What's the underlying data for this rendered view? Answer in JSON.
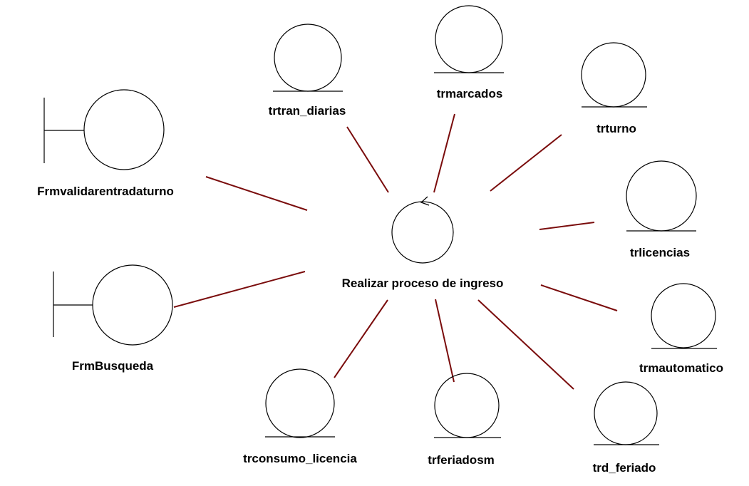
{
  "diagram": {
    "colors": {
      "link": "#7a0c0c",
      "shape": "#000000",
      "background": "#ffffff"
    },
    "control": {
      "label": "Realizar proceso de ingreso"
    },
    "boundaries": [
      {
        "id": "frmvalidarentradaturno",
        "label": "Frmvalidarentradaturno"
      },
      {
        "id": "frmbusqueda",
        "label": "FrmBusqueda"
      }
    ],
    "entities": [
      {
        "id": "trtran_diarias",
        "label": "trtran_diarias"
      },
      {
        "id": "trmarcados",
        "label": "trmarcados"
      },
      {
        "id": "trturno",
        "label": "trturno"
      },
      {
        "id": "trlicencias",
        "label": "trlicencias"
      },
      {
        "id": "trmautomatico",
        "label": "trmautomatico"
      },
      {
        "id": "trd_feriado",
        "label": "trd_feriado"
      },
      {
        "id": "trferiadosm",
        "label": "trferiadosm"
      },
      {
        "id": "trconsumo_licencia",
        "label": "trconsumo_licencia"
      }
    ]
  }
}
